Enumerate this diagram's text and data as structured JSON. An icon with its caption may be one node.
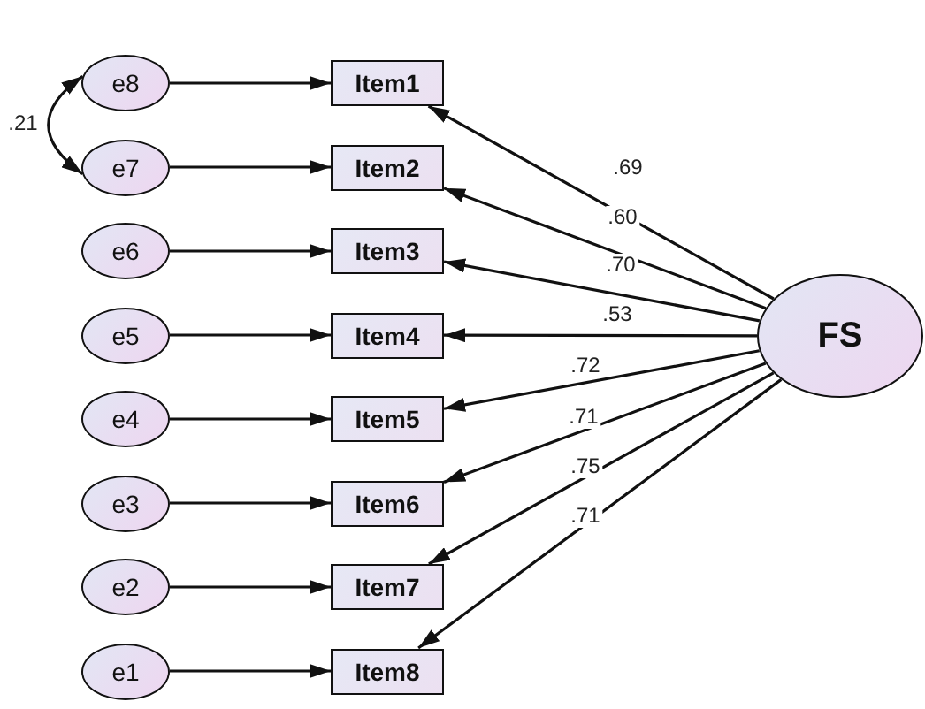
{
  "diagram": {
    "nodes": [
      {
        "text": [
          "e8"
        ]
      },
      {
        "text": [
          "Item1"
        ]
      },
      {
        "text": [
          "e7"
        ]
      },
      {
        "text": [
          "Item2"
        ]
      },
      {
        "text": [
          "e6"
        ]
      },
      {
        "text": [
          "Item3"
        ]
      },
      {
        "text": [
          "e5"
        ]
      },
      {
        "text": [
          "Item4"
        ]
      },
      {
        "text": [
          "e4"
        ]
      },
      {
        "text": [
          "Item5"
        ]
      },
      {
        "text": [
          "e3"
        ]
      },
      {
        "text": [
          "Item6"
        ]
      },
      {
        "text": [
          "e2"
        ]
      },
      {
        "text": [
          "Item7"
        ]
      },
      {
        "text": [
          "e1"
        ]
      },
      {
        "text": [
          "Item8"
        ]
      },
      {
        "text": [
          "FS"
        ]
      }
    ],
    "edges": [
      {
        "from": 0,
        "to": 1,
        "arrow": "to"
      },
      {
        "from": 2,
        "to": 3,
        "arrow": "to"
      },
      {
        "from": 4,
        "to": 5,
        "arrow": "to"
      },
      {
        "from": 6,
        "to": 7,
        "arrow": "to"
      },
      {
        "from": 8,
        "to": 9,
        "arrow": "to"
      },
      {
        "from": 10,
        "to": 11,
        "arrow": "to"
      },
      {
        "from": 12,
        "to": 13,
        "arrow": "to"
      },
      {
        "from": 14,
        "to": 15,
        "arrow": "to"
      },
      {
        "from": 16,
        "to": 1,
        "arrow": "to",
        "label": ".69"
      },
      {
        "from": 16,
        "to": 3,
        "arrow": "to",
        "label": ".60"
      },
      {
        "from": 16,
        "to": 5,
        "arrow": "to",
        "label": ".70"
      },
      {
        "from": 16,
        "to": 7,
        "arrow": "to",
        "label": ".53"
      },
      {
        "from": 16,
        "to": 9,
        "arrow": "to",
        "label": ".72"
      },
      {
        "from": 16,
        "to": 11,
        "arrow": "to",
        "label": ".71"
      },
      {
        "from": 16,
        "to": 13,
        "arrow": "to",
        "label": ".75"
      },
      {
        "from": 16,
        "to": 15,
        "arrow": "to",
        "label": ".71"
      },
      {
        "from": 0,
        "to": 2,
        "arrow": "both",
        "label": ".21"
      }
    ]
  }
}
